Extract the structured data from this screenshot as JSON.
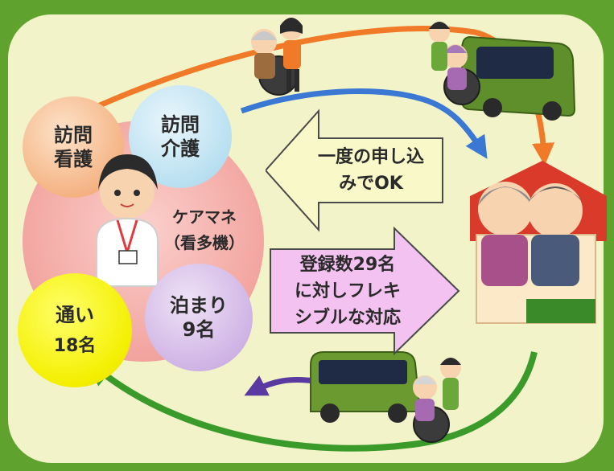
{
  "services": {
    "nursing_visit": {
      "line1": "訪問",
      "line2": "看護"
    },
    "care_visit": {
      "line1": "訪問",
      "line2": "介護"
    },
    "care_manager": {
      "line1": "ケアマネ",
      "line2": "（看多機）"
    },
    "day_service": {
      "label": "通い",
      "count": "18名"
    },
    "overnight_stay": {
      "label": "泊まり",
      "count": "9名"
    }
  },
  "messages": {
    "single_application": {
      "line1": "一度の申し込",
      "line2": "みでOK"
    },
    "flexible_support": {
      "line1": "登録数29名",
      "line2": "に対しフレキ",
      "line3": "シブルな対応"
    }
  },
  "colors": {
    "frame": "#5fa32e",
    "panel": "#f2f3c9",
    "orange_path": "#f07a28",
    "blue_path": "#3a78d4",
    "purple_path": "#5a3aa0",
    "green_path": "#3a9a2a",
    "left_arrow": "#f8f8c8",
    "right_arrow": "#f3c2f0"
  }
}
